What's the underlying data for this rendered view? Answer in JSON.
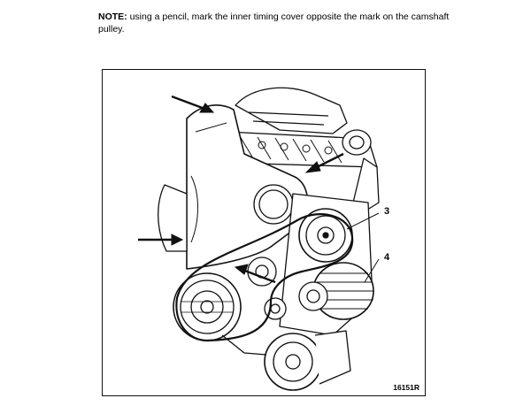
{
  "note": {
    "label": "NOTE:",
    "text": "using a pencil, mark the inner timing cover opposite the mark on the camshaft pulley."
  },
  "figure": {
    "callouts": [
      "3",
      "4"
    ],
    "reference": "16151R"
  }
}
